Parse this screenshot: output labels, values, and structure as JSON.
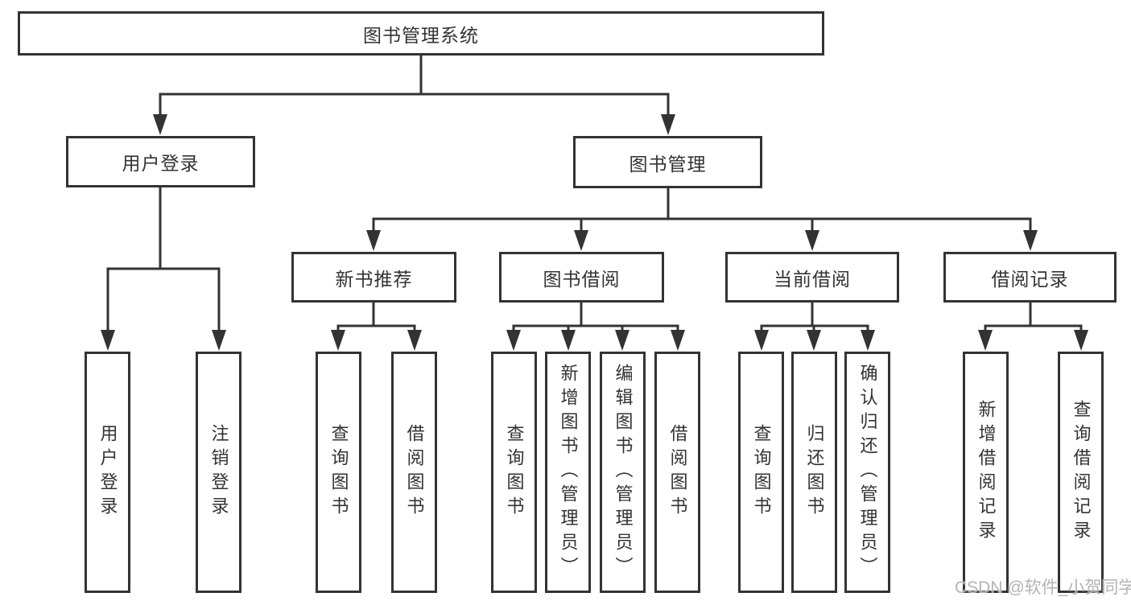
{
  "tree": {
    "root": {
      "label": "图书管理系统"
    },
    "branches": [
      {
        "label": "用户登录",
        "children": [
          {
            "label": "用户登录"
          },
          {
            "label": "注销登录"
          }
        ]
      },
      {
        "label": "图书管理",
        "children": [
          {
            "label": "新书推荐",
            "children": [
              {
                "label": "查询图书"
              },
              {
                "label": "借阅图书"
              }
            ]
          },
          {
            "label": "图书借阅",
            "children": [
              {
                "label": "查询图书"
              },
              {
                "label": "新增图书（管理员）"
              },
              {
                "label": "编辑图书（管理员）"
              },
              {
                "label": "借阅图书"
              }
            ]
          },
          {
            "label": "当前借阅",
            "children": [
              {
                "label": "查询图书"
              },
              {
                "label": "归还图书"
              },
              {
                "label": "确认归还（管理员）"
              }
            ]
          },
          {
            "label": "借阅记录",
            "children": [
              {
                "label": "新增借阅记录"
              },
              {
                "label": "查询借阅记录"
              }
            ]
          }
        ]
      }
    ]
  },
  "watermark": {
    "text": "CSDN @软件_小贺同学"
  },
  "colors": {
    "line": "#333333",
    "text": "#333333",
    "box_background": "#ffffff",
    "watermark": "#b3b3b3",
    "background": "#ffffff"
  }
}
